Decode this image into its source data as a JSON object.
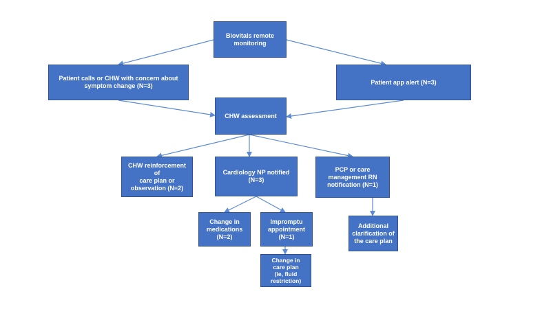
{
  "diagram": {
    "nodes": {
      "biovitals": "Biovitals remote\nmonitoring",
      "patient_calls": "Patient calls or CHW with concern about\nsymptom change (N=3)",
      "patient_app": "Patient app alert (N=3)",
      "chw_assessment": "CHW assessment",
      "chw_reinforcement": "CHW reinforcement of\ncare plan or\nobservation (N=2)",
      "cardiology_np": "Cardiology NP notified\n(N=3)",
      "pcp_care": "PCP or care\nmanagement RN\nnotification (N=1)",
      "change_medications": "Change in\nmedications\n(N=2)",
      "impromptu": "Impromptu\nappointment\n(N=1)",
      "additional_clarification": "Additional\nclarification of\nthe care plan",
      "change_care_plan": "Change in\ncare plan\n(ie, fluid\nrestriction)"
    },
    "edges": [
      [
        "biovitals",
        "patient_calls"
      ],
      [
        "biovitals",
        "patient_app"
      ],
      [
        "patient_calls",
        "chw_assessment"
      ],
      [
        "patient_app",
        "chw_assessment"
      ],
      [
        "chw_assessment",
        "chw_reinforcement"
      ],
      [
        "chw_assessment",
        "cardiology_np"
      ],
      [
        "chw_assessment",
        "pcp_care"
      ],
      [
        "cardiology_np",
        "change_medications"
      ],
      [
        "cardiology_np",
        "impromptu"
      ],
      [
        "pcp_care",
        "additional_clarification"
      ],
      [
        "impromptu",
        "change_care_plan"
      ]
    ],
    "colors": {
      "box_fill": "#4472c4",
      "box_border": "#2f528f",
      "box_text": "#ffffff",
      "arrow": "#5b8bd6"
    }
  }
}
